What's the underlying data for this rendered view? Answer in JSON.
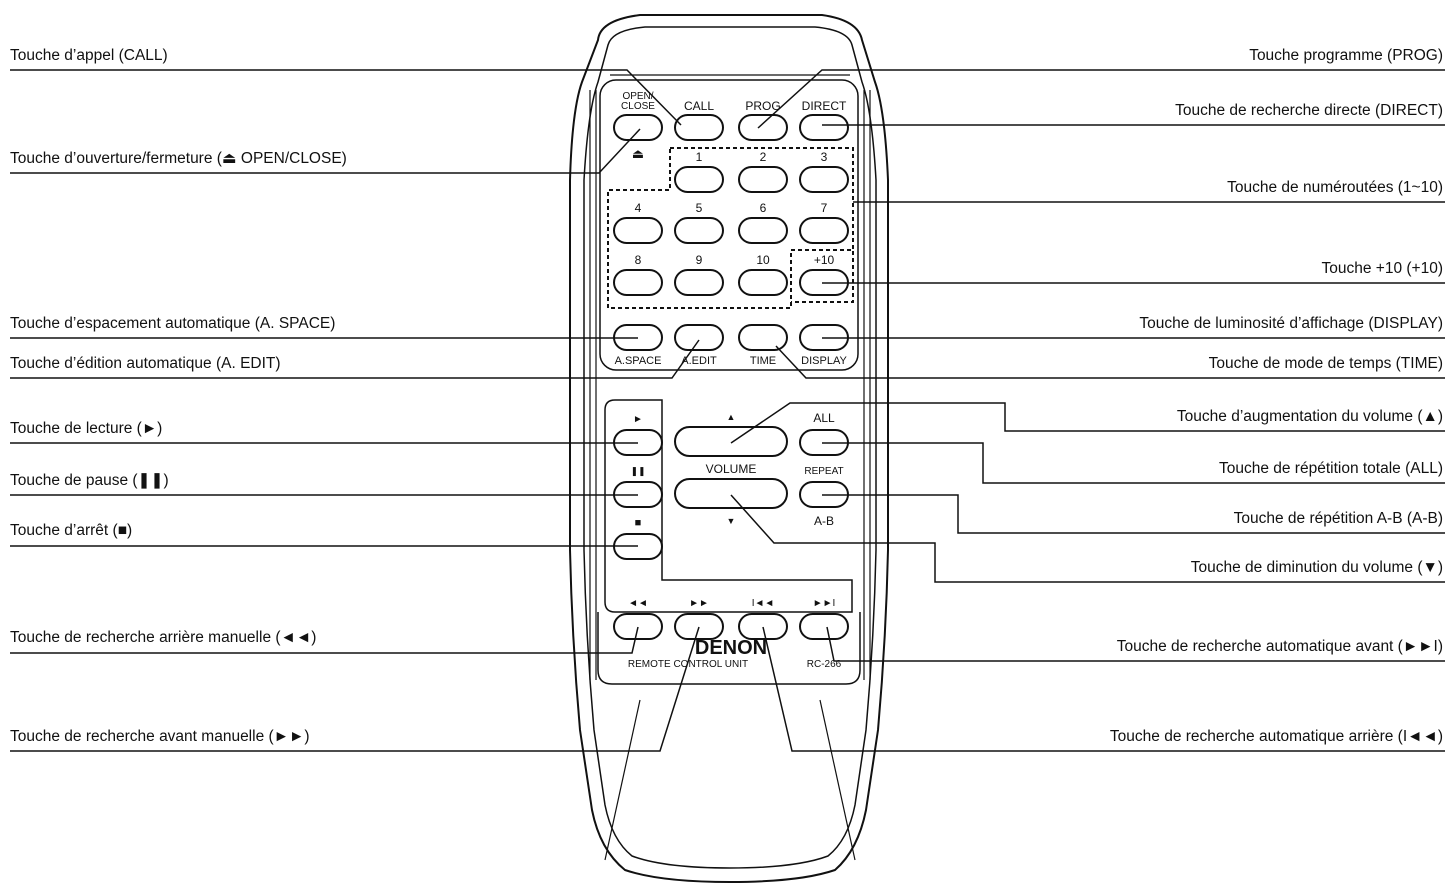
{
  "left_labels": [
    {
      "id": "call",
      "text": "Touche d’appel (CALL)"
    },
    {
      "id": "open-close",
      "text": "Touche d’ouverture/fermeture (⏏ OPEN/CLOSE)"
    },
    {
      "id": "a-space",
      "text": "Touche d’espacement automatique (A. SPACE)"
    },
    {
      "id": "a-edit",
      "text": "Touche d’édition automatique (A. EDIT)"
    },
    {
      "id": "play",
      "text": "Touche de lecture (►)"
    },
    {
      "id": "pause",
      "text": "Touche de pause (❚❚)"
    },
    {
      "id": "stop",
      "text": "Touche d’arrêt (■)"
    },
    {
      "id": "manual-rev",
      "text": "Touche de recherche arrière manuelle (◄◄)"
    },
    {
      "id": "manual-fwd",
      "text": "Touche de recherche avant manuelle (►►)"
    }
  ],
  "right_labels": [
    {
      "id": "prog",
      "text": "Touche programme (PROG)"
    },
    {
      "id": "direct",
      "text": "Touche de recherche directe (DIRECT)"
    },
    {
      "id": "numbered",
      "text": "Touche de numéroutées (1~10)"
    },
    {
      "id": "plus10",
      "text": "Touche +10 (+10)"
    },
    {
      "id": "display",
      "text": "Touche de luminosité d’affichage (DISPLAY)"
    },
    {
      "id": "time",
      "text": "Touche de mode de temps (TIME)"
    },
    {
      "id": "vol-up",
      "text": "Touche d’augmentation du volume (▲)"
    },
    {
      "id": "repeat-all",
      "text": "Touche de répétition totale (ALL)"
    },
    {
      "id": "repeat-ab",
      "text": "Touche de répétition A-B (A-B)"
    },
    {
      "id": "vol-down",
      "text": "Touche de diminution du volume (▼)"
    },
    {
      "id": "auto-fwd",
      "text": "Touche de recherche automatique avant (►►I)"
    },
    {
      "id": "auto-rev",
      "text": "Touche de recherche automatique arrière (I◄◄)"
    }
  ],
  "remote": {
    "open_close_label_line1": "OPEN/",
    "open_close_label_line2": "CLOSE",
    "eject_symbol": "⏏",
    "call_label": "CALL",
    "prog_label": "PROG",
    "direct_label": "DIRECT",
    "digit_labels": [
      "1",
      "2",
      "3",
      "4",
      "5",
      "6",
      "7",
      "8",
      "9",
      "10"
    ],
    "plus10_label": "+10",
    "a_space_label": "A.SPACE",
    "a_edit_label": "A.EDIT",
    "time_label": "TIME",
    "display_label": "DISPLAY",
    "play_symbol": "►",
    "pause_symbol": "❚❚",
    "stop_symbol": "■",
    "vol_up_symbol": "▲",
    "vol_down_symbol": "▼",
    "volume_label": "VOLUME",
    "all_label": "ALL",
    "repeat_label": "REPEAT",
    "ab_label": "A-B",
    "rev_symbol": "◄◄",
    "fwd_symbol": "►►",
    "skip_back_symbol": "I◄◄",
    "skip_fwd_symbol": "►►I",
    "brand": "DENON",
    "unit_label": "REMOTE CONTROL UNIT",
    "model": "RC-266"
  }
}
